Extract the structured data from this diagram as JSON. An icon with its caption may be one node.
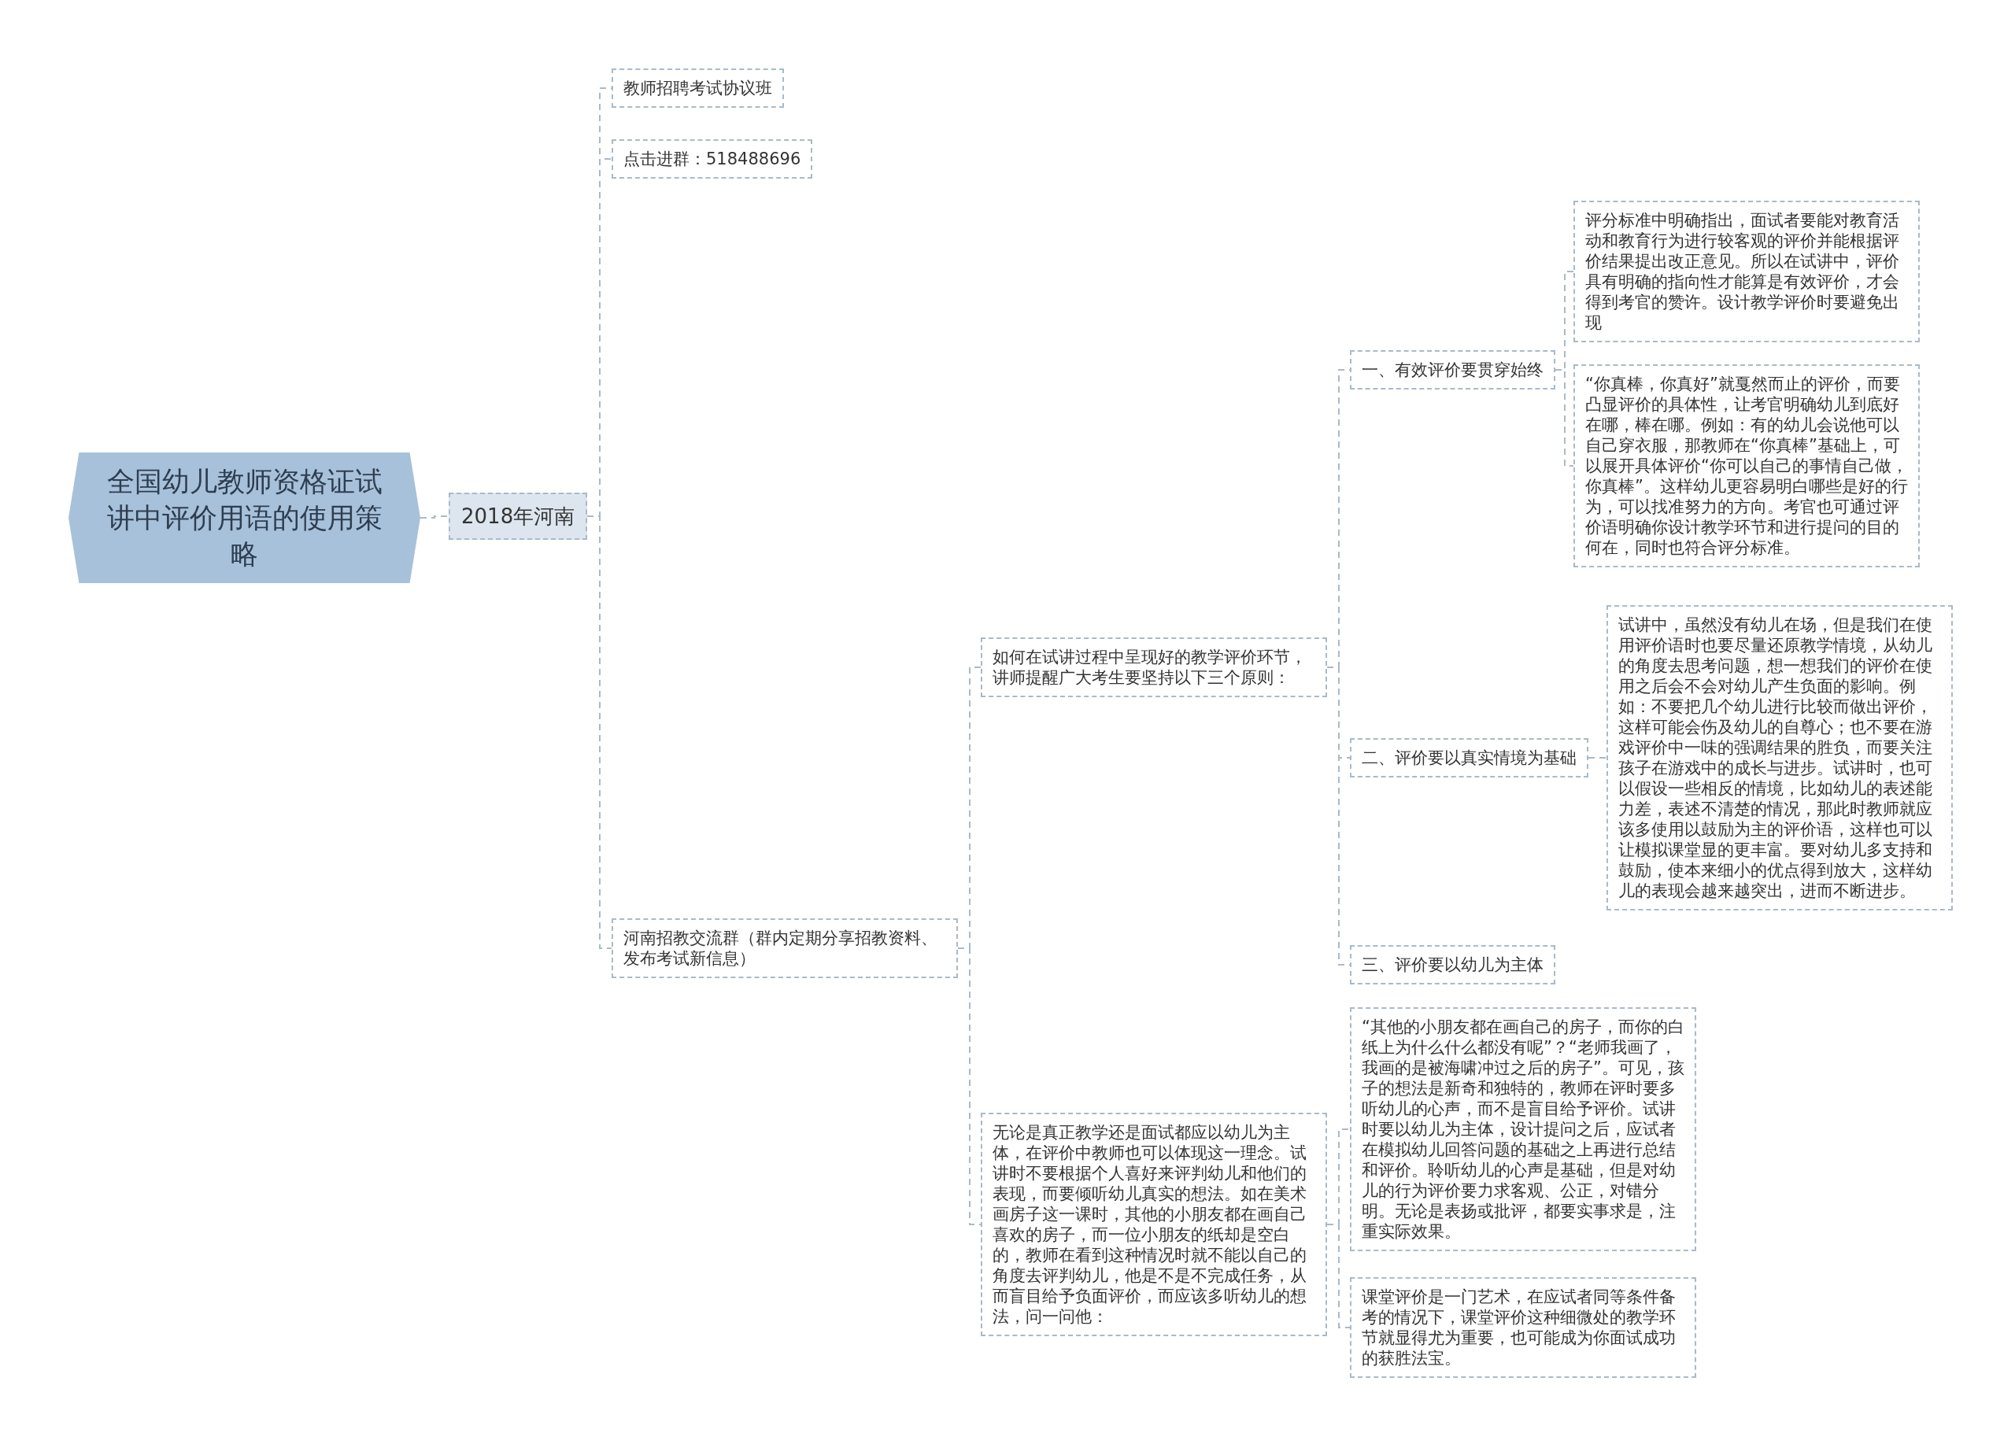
{
  "diagram": {
    "nodes": [
      {
        "text": [
          "全国幼儿教师资格证试讲中评价用语的使用策略"
        ]
      },
      {
        "text": [
          "2018年河南"
        ]
      },
      {
        "text": [
          "教师招聘考试协议班"
        ]
      },
      {
        "text": [
          "点击进群：518488696"
        ]
      },
      {
        "text": [
          "河南招教交流群（群内定期分享招教资料、发布考试新信息）"
        ]
      },
      {
        "text": [
          "如何在试讲过程中呈现好的教学评价环节，讲师提醒广大考生要坚持以下三个原则："
        ]
      },
      {
        "text": [
          "一、有效评价要贯穿始终"
        ]
      },
      {
        "text": [
          "评分标准中明确指出，面试者要能对教育活动和教育行为进行较客观的评价并能根据评价结果提出改正意见。所以在试讲中，评价具有明确的指向性才能算是有效评价，才会得到考官的赞许。设计教学评价时要避免出现"
        ]
      },
      {
        "text": [
          "“你真棒，你真好”就戛然而止的评价，而要凸显评价的具体性，让考官明确幼儿到底好在哪，棒在哪。例如：有的幼儿会说他可以自己穿衣服，那教师在“你真棒”基础上，可以展开具体评价“你可以自己的事情自己做，你真棒”。这样幼儿更容易明白哪些是好的行为，可以找准努力的方向。考官也可通过评价语明确你设计教学环节和进行提问的目的何在，同时也符合评分标准。"
        ]
      },
      {
        "text": [
          "二、评价要以真实情境为基础"
        ]
      },
      {
        "text": [
          "试讲中，虽然没有幼儿在场，但是我们在使用评价语时也要尽量还原教学情境，从幼儿的角度去思考问题，想一想我们的评价在使用之后会不会对幼儿产生负面的影响。例如：不要把几个幼儿进行比较而做出评价，这样可能会伤及幼儿的自尊心；也不要在游戏评价中一味的强调结果的胜负，而要关注孩子在游戏中的成长与进步。试讲时，也可以假设一些相反的情境，比如幼儿的表述能力差，表述不清楚的情况，那此时教师就应该多使用以鼓励为主的评价语，这样也可以让模拟课堂显的更丰富。要对幼儿多支持和鼓励，使本来细小的优点得到放大，这样幼儿的表现会越来越突出，进而不断进步。"
        ]
      },
      {
        "text": [
          "三、评价要以幼儿为主体"
        ]
      },
      {
        "text": [
          "无论是真正教学还是面试都应以幼儿为主体，在评价中教师也可以体现这一理念。试讲时不要根据个人喜好来评判幼儿和他们的表现，而要倾听幼儿真实的想法。如在美术画房子这一课时，其他的小朋友都在画自己喜欢的房子，而一位小朋友的纸却是空白的，教师在看到这种情况时就不能以自己的角度去评判幼儿，他是不是不完成任务，从而盲目给予负面评价，而应该多听幼儿的想法，问一问他："
        ]
      },
      {
        "text": [
          "“其他的小朋友都在画自己的房子，而你的白纸上为什么什么都没有呢”？“老师我画了，我画的是被海啸冲过之后的房子”。可见，孩子的想法是新奇和独特的，教师在评时要多听幼儿的心声，而不是盲目给予评价。试讲时要以幼儿为主体，设计提问之后，应试者在模拟幼儿回答问题的基础之上再进行总结和评价。聆听幼儿的心声是基础，但是对幼儿的行为评价要力求客观、公正，对错分明。无论是表扬或批评，都要实事求是，注重实际效果。"
        ]
      },
      {
        "text": [
          "课堂评价是一门艺术，在应试者同等条件备考的情况下，课堂评价这种细微处的教学环节就显得尤为重要，也可能成为你面试成功的获胜法宝。"
        ]
      }
    ],
    "edges": [
      {
        "from": 0,
        "to": 1,
        "arrow": "none"
      },
      {
        "from": 1,
        "to": 2,
        "arrow": "none"
      },
      {
        "from": 1,
        "to": 3,
        "arrow": "none"
      },
      {
        "from": 1,
        "to": 4,
        "arrow": "none"
      },
      {
        "from": 4,
        "to": 5,
        "arrow": "none"
      },
      {
        "from": 5,
        "to": 6,
        "arrow": "none"
      },
      {
        "from": 6,
        "to": 7,
        "arrow": "none"
      },
      {
        "from": 6,
        "to": 8,
        "arrow": "none"
      },
      {
        "from": 5,
        "to": 9,
        "arrow": "none"
      },
      {
        "from": 9,
        "to": 10,
        "arrow": "none"
      },
      {
        "from": 5,
        "to": 11,
        "arrow": "none"
      },
      {
        "from": 4,
        "to": 12,
        "arrow": "none"
      },
      {
        "from": 12,
        "to": 13,
        "arrow": "none"
      },
      {
        "from": 12,
        "to": 14,
        "arrow": "none"
      }
    ]
  }
}
